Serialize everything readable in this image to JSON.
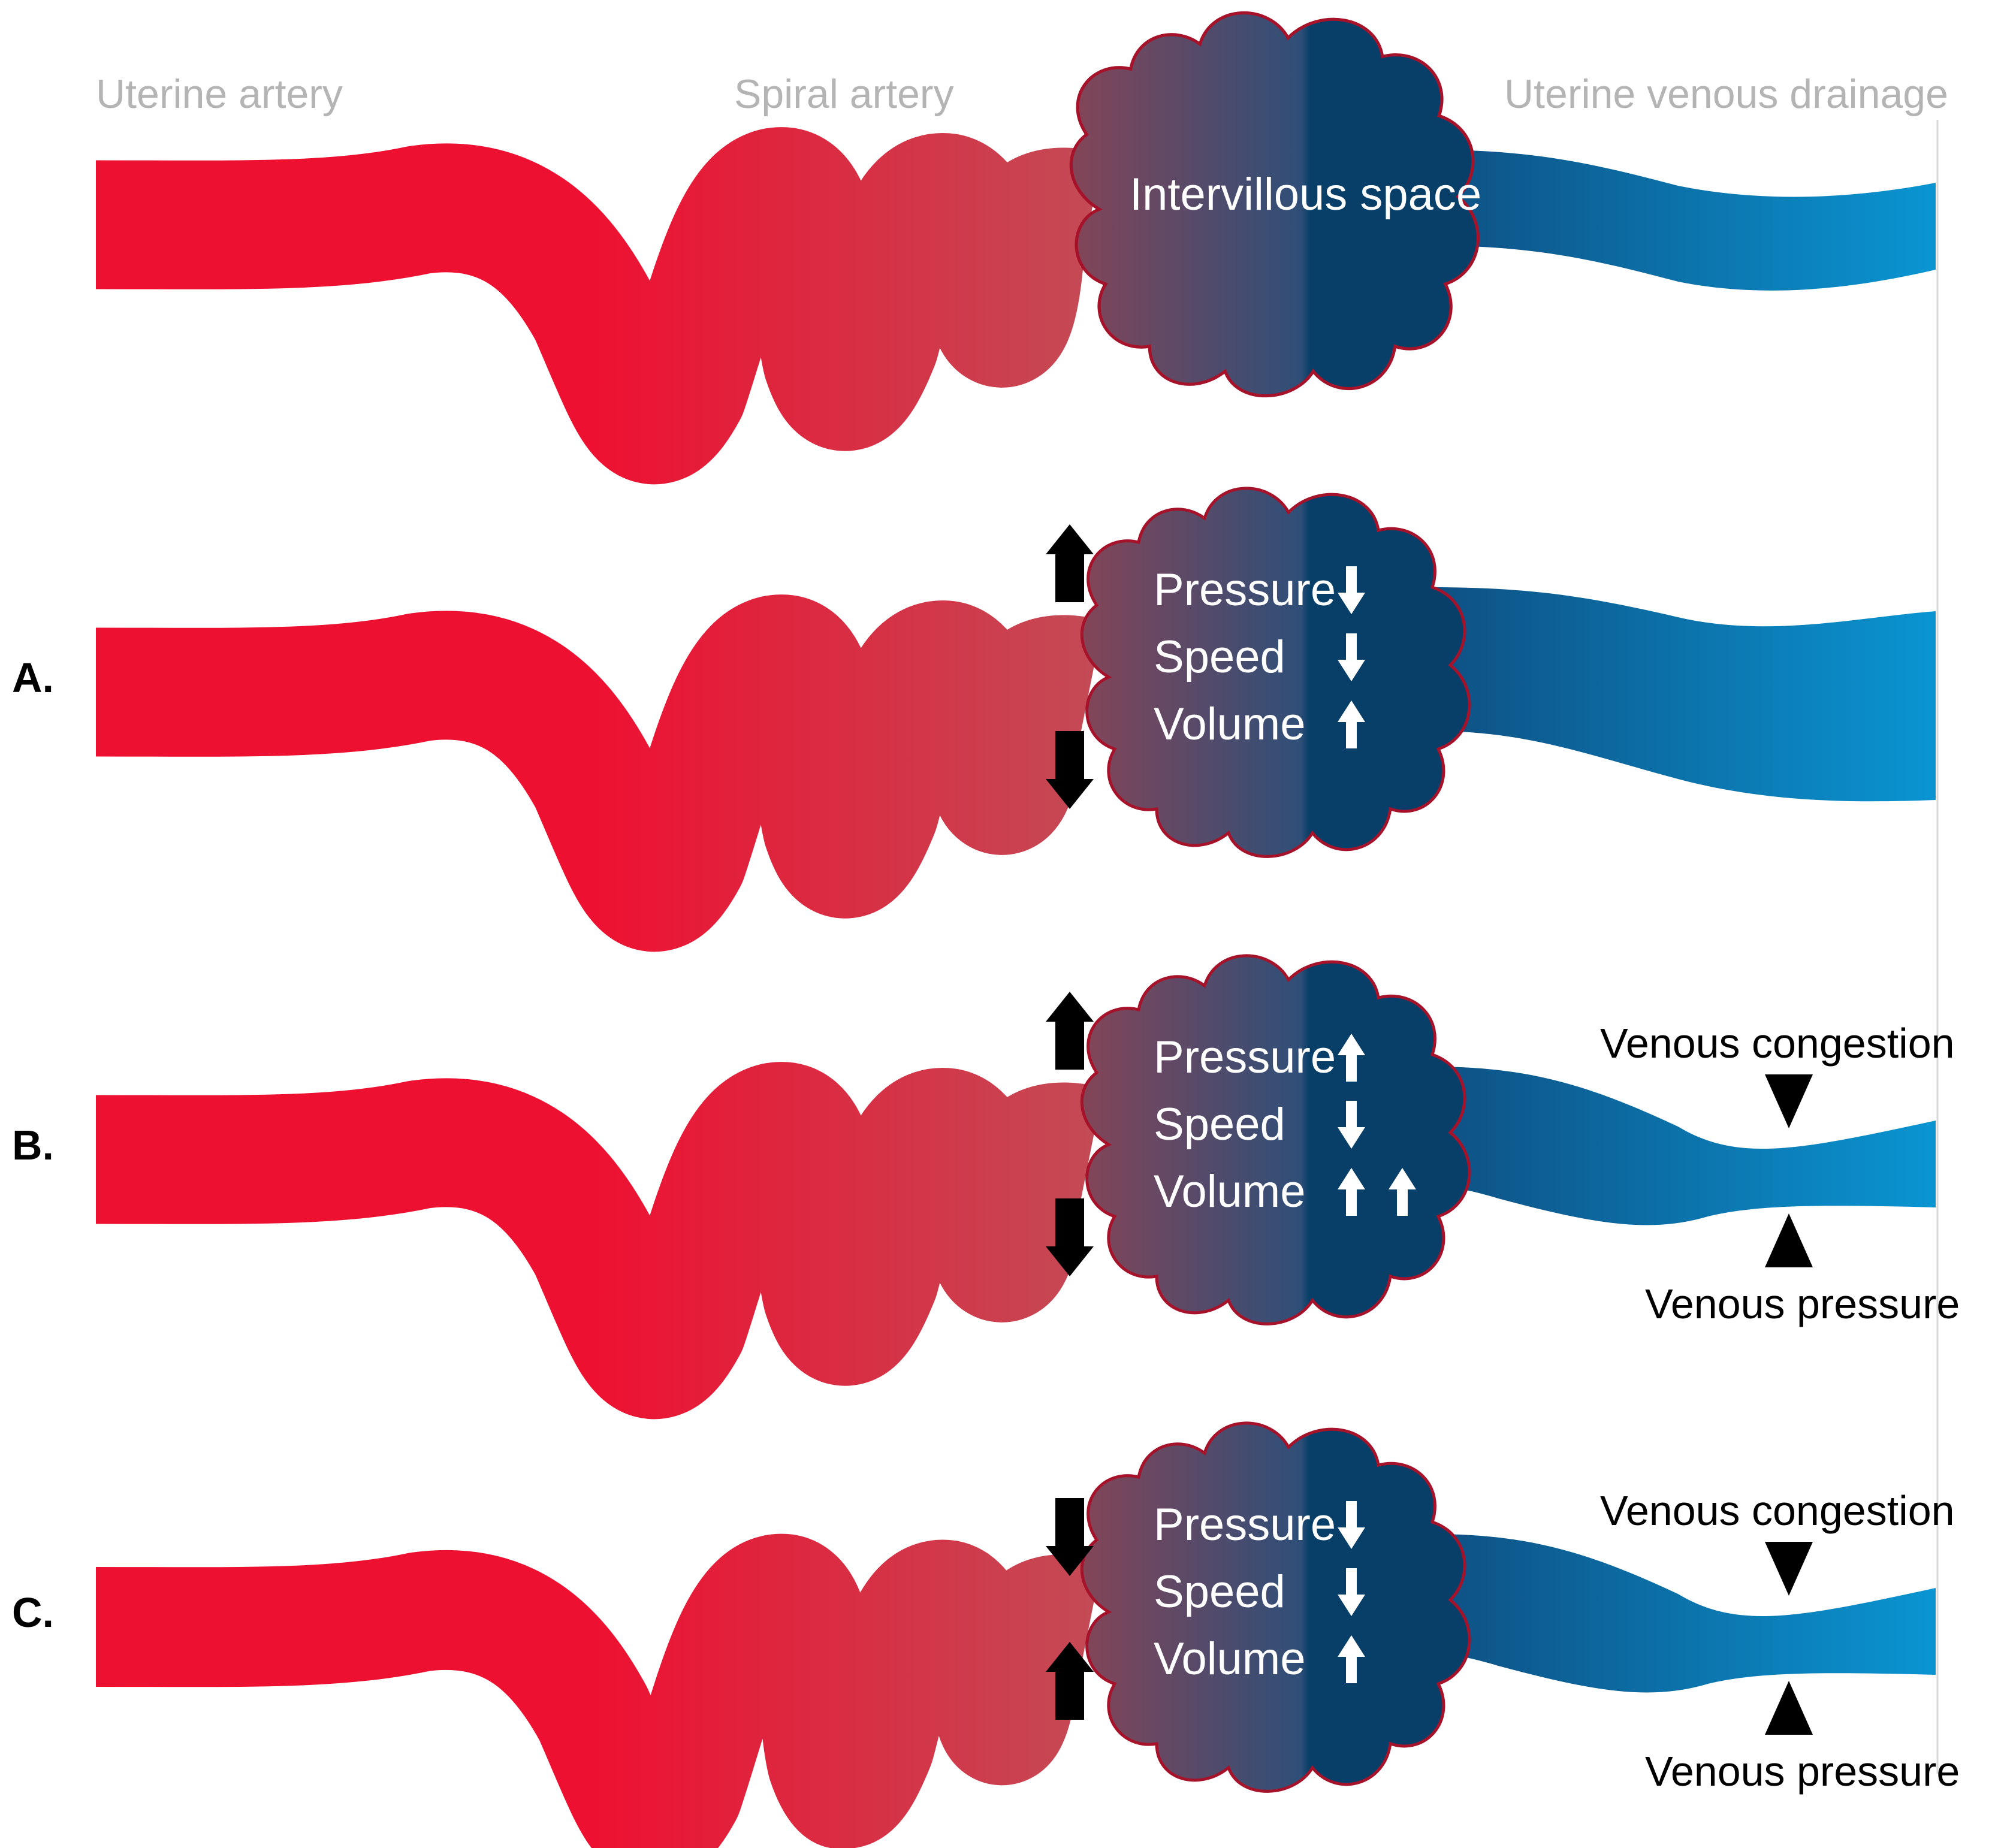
{
  "headers": {
    "uterine_artery": "Uterine artery",
    "spiral_artery": "Spiral artery",
    "venous_drainage": "Uterine venous drainage"
  },
  "top_row": {
    "space_label": "Intervillous space"
  },
  "rows": [
    {
      "label": "A.",
      "params": [
        {
          "name": "Pressure",
          "arrows": [
            "down"
          ]
        },
        {
          "name": "Speed",
          "arrows": [
            "down"
          ]
        },
        {
          "name": "Volume",
          "arrows": [
            "up"
          ]
        }
      ],
      "vessel_arrows": "outward",
      "venous_congestion": false
    },
    {
      "label": "B.",
      "params": [
        {
          "name": "Pressure",
          "arrows": [
            "up"
          ]
        },
        {
          "name": "Speed",
          "arrows": [
            "down"
          ]
        },
        {
          "name": "Volume",
          "arrows": [
            "up",
            "up"
          ]
        }
      ],
      "vessel_arrows": "outward",
      "venous_congestion": true,
      "congestion_label": "Venous congestion",
      "pressure_label": "Venous pressure"
    },
    {
      "label": "C.",
      "params": [
        {
          "name": "Pressure",
          "arrows": [
            "down"
          ]
        },
        {
          "name": "Speed",
          "arrows": [
            "down"
          ]
        },
        {
          "name": "Volume",
          "arrows": [
            "up"
          ]
        }
      ],
      "vessel_arrows": "inward",
      "venous_congestion": true,
      "congestion_label": "Venous congestion",
      "pressure_label": "Venous pressure"
    }
  ],
  "colors": {
    "artery": "#ee1031",
    "artery_end": "#c44a55",
    "space_left": "#8a4455",
    "space_right": "#073f68",
    "space_outline": "#a5122a",
    "vein_dark": "#0e4f82",
    "vein_light": "#0a95d2"
  }
}
